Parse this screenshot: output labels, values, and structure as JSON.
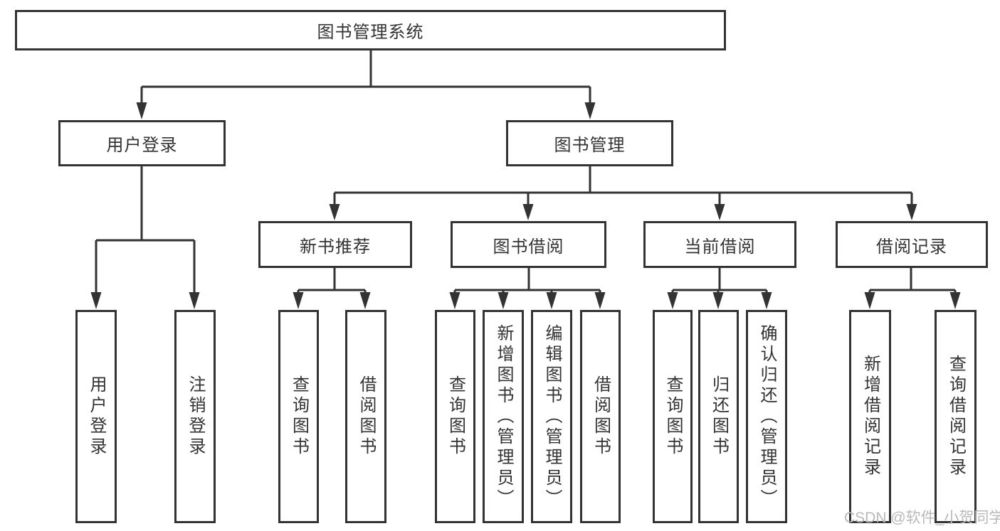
{
  "diagram": {
    "root": {
      "label": "图书管理系统"
    },
    "level2": [
      {
        "label": "用户登录"
      },
      {
        "label": "图书管理"
      }
    ],
    "level3": [
      {
        "label": "新书推荐"
      },
      {
        "label": "图书借阅"
      },
      {
        "label": "当前借阅"
      },
      {
        "label": "借阅记录"
      }
    ],
    "leaves": {
      "user": [
        "用户登录",
        "注销登录"
      ],
      "recommend": [
        "查询图书",
        "借阅图书"
      ],
      "borrow": [
        "查询图书",
        "新增图书（管理员）",
        "编辑图书（管理员）",
        "借阅图书"
      ],
      "current": [
        "查询图书",
        "归还图书",
        "确认归还（管理员）"
      ],
      "records": [
        "新增借阅记录",
        "查询借阅记录"
      ]
    }
  },
  "watermark": {
    "text": "CSDN @软件_小贺同学"
  },
  "colors": {
    "line": "#333333",
    "box_border": "#333333",
    "text": "#333333",
    "watermark": "#b9b9b9",
    "background": "#ffffff"
  }
}
